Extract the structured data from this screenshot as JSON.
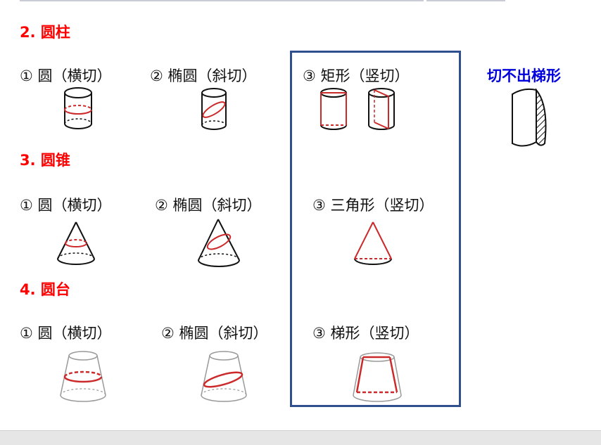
{
  "colors": {
    "heading_red": "#ff0000",
    "note_blue": "#0000dd",
    "box_border": "#2f4f8f",
    "section_line": "#cc2a2a"
  },
  "sections": {
    "cylinder": {
      "heading": "2. 圆柱",
      "items": [
        "① 圆（横切）",
        "② 椭圆（斜切）",
        "③ 矩形（竖切）"
      ]
    },
    "cone": {
      "heading": "3. 圆锥",
      "items": [
        "① 圆（横切）",
        "② 椭圆（斜切）",
        "③ 三角形（竖切）"
      ]
    },
    "frustum": {
      "heading": "4. 圆台",
      "items": [
        "① 圆（横切）",
        "② 椭圆（斜切）",
        "③ 梯形（竖切）"
      ]
    }
  },
  "note": "切不出梯形"
}
